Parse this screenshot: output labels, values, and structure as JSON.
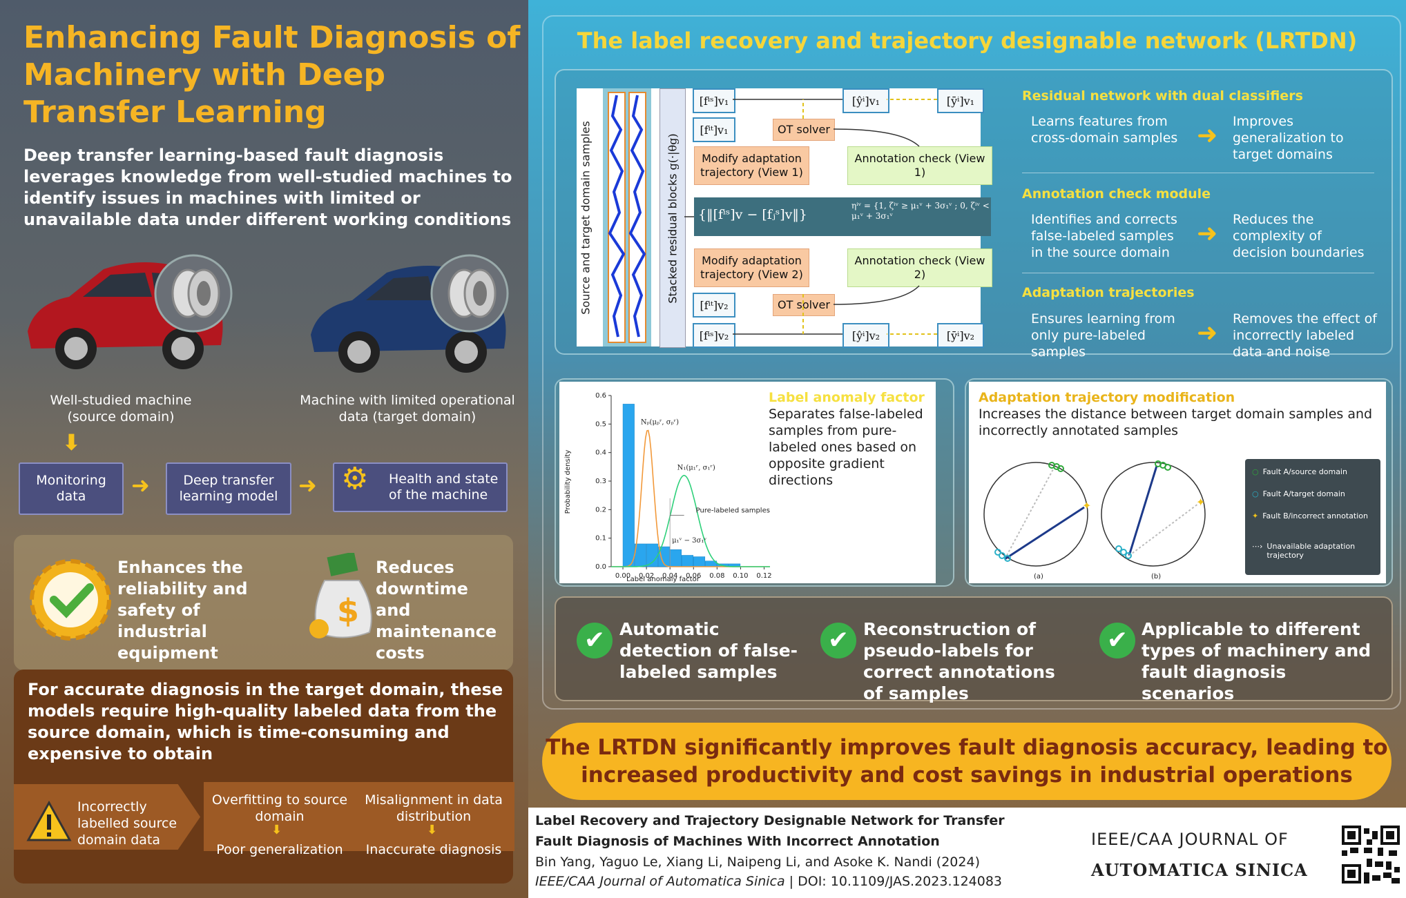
{
  "left": {
    "title": "Enhancing Fault Diagnosis of Machinery with Deep Transfer Learning",
    "intro": "Deep transfer learning-based fault diagnosis leverages knowledge from well-studied machines to identify issues in machines with limited or unavailable data under different working conditions",
    "source_caption": "Well-studied machine (source domain)",
    "target_caption": "Machine with limited operational data (target domain)",
    "flow": {
      "monitoring": "Monitoring data",
      "model": "Deep transfer learning model",
      "health": "Health and state of the machine"
    },
    "benefit1": "Enhances the reliability and safety of industrial equipment",
    "benefit2": "Reduces downtime and maintenance costs",
    "problem": "For accurate diagnosis in the target domain, these models require high-quality labeled data from the source domain, which is time-consuming and expensive to obtain",
    "cause_main": "Incorrectly labelled source domain data",
    "cause1_top": "Overfitting to source domain",
    "cause1_bottom": "Poor generalization",
    "cause2_top": "Misalignment in data distribution",
    "cause2_bottom": "Inaccurate diagnosis",
    "colors": {
      "title": "#f6b524",
      "source_car": "#b3171f",
      "target_car": "#1e3a6e"
    }
  },
  "right": {
    "title": "The label recovery and trajectory designable network (LRTDN)",
    "diagram": {
      "vertical_samples": "Source and target domain samples",
      "vertical_blocks": "Stacked residual blocks",
      "blocks_formula": "g(·|θg)",
      "f_s_v1": "[fⁱˢ]v₁",
      "f_t_v1": "[fⁱᵗ]v₁",
      "f_t_v2": "[fⁱᵗ]v₂",
      "f_s_v2": "[fⁱˢ]v₂",
      "yhat_v1": "[ŷⁱ]v₁",
      "ybar_v1": "[ȳⁱ]v₁",
      "yhat_v2": "[ŷⁱ]v₂",
      "ybar_v2": "[ȳⁱ]v₂",
      "ot1": "OT solver",
      "ot2": "OT solver",
      "modify1": "Modify adaptation trajectory (View 1)",
      "modify2": "Modify adaptation trajectory (View 2)",
      "check1": "Annotation check (View 1)",
      "check2": "Annotation check (View 2)",
      "norm": "{‖[fⁱˢ]v − [fⱼˢ]v‖}",
      "eta": "ηⁱᵛ = {1, ζⁱᵛ ≥ μ₁ᵛ + 3σ₁ᵛ ; 0, ζⁱᵛ < μ₁ᵛ + 3σ₁ᵛ"
    },
    "sections": [
      {
        "title": "Residual network with dual classifiers",
        "left": "Learns features from cross-domain samples",
        "right": "Improves generalization to target domains"
      },
      {
        "title": "Annotation check module",
        "left": "Identifies and corrects false-labeled samples in the source domain",
        "right": "Reduces the complexity of decision boundaries"
      },
      {
        "title": "Adaptation trajectories",
        "left": "Ensures learning from only pure-labeled samples",
        "right": "Removes the effect of incorrectly labeled data and noise"
      }
    ],
    "anomaly": {
      "title": "Label anomaly factor",
      "text": "Separates false-labeled samples from pure-labeled ones based on opposite gradient directions"
    },
    "trajectory": {
      "title": "Adaptation trajectory modification",
      "text": "Increases the distance between target domain samples and incorrectly annotated samples",
      "label_a": "(a)",
      "label_b": "(b)",
      "legend": [
        "Fault A/source domain",
        "Fault A/target domain",
        "Fault B/incorrect annotation",
        "Unavailable adaptation trajectory"
      ]
    },
    "checks": [
      "Automatic detection of false-labeled samples",
      "Reconstruction of pseudo-labels for correct annotations of samples",
      "Applicable to different types of machinery and fault diagnosis scenarios"
    ],
    "conclusion": "The LRTDN significantly improves fault diagnosis accuracy, leading to increased productivity and cost savings in industrial operations"
  },
  "footer": {
    "title_line1": "Label Recovery and Trajectory Designable Network for Transfer",
    "title_line2": "Fault Diagnosis of Machines With Incorrect Annotation",
    "authors": "Bin Yang, Yaguo Le, Xiang Li, Naipeng Li, and Asoke K. Nandi (2024)",
    "journal_italic": "IEEE/CAA Journal of Automatica Sinica",
    "doi": " | DOI: 10.1109/JAS.2023.124083",
    "journal_logo_1": "IEEE/CAA JOURNAL OF",
    "journal_logo_2": "AUTOMATICA SINICA"
  },
  "chart_data": {
    "type": "bar",
    "xlabel": "Label anomaly factor",
    "ylabel": "Probability density",
    "xticks": [
      "0.00",
      "0.02",
      "0.04",
      "0.06",
      "0.08",
      "0.10",
      "0.12"
    ],
    "yticks": [
      "0.0",
      "0.1",
      "0.2",
      "0.3",
      "0.4",
      "0.5",
      "0.6"
    ],
    "xlim": [
      -0.01,
      0.125
    ],
    "ylim": [
      0,
      0.6
    ],
    "bin_width": 0.01,
    "bins_start": [
      0.0,
      0.01,
      0.02,
      0.03,
      0.04,
      0.05,
      0.06,
      0.07,
      0.08,
      0.09
    ],
    "values": [
      0.57,
      0.08,
      0.08,
      0.07,
      0.06,
      0.04,
      0.035,
      0.02,
      0.01,
      0.01
    ],
    "curve_false": {
      "label": "Nₚ(μₚʳ, σₚʳ)",
      "mu": 0.021,
      "sigma": 0.005,
      "peak": 0.48
    },
    "curve_pure": {
      "label": "N₁(μ₁ʳ, σ₁ʳ)",
      "mu": 0.052,
      "sigma": 0.011,
      "peak": 0.32
    },
    "annotation_pure": "Pure-labeled samples",
    "annotation_threshold": "μ₁ᵛ − 3σ₁ᵛ",
    "threshold": 0.04
  }
}
